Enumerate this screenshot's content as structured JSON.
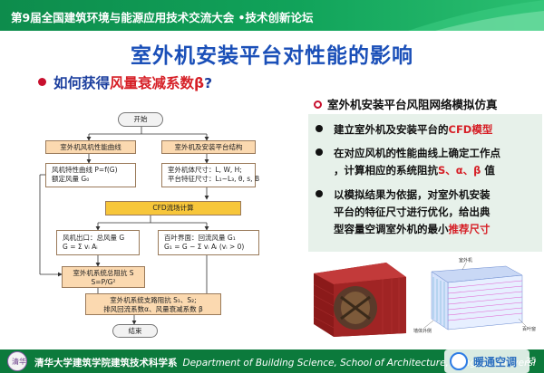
{
  "header": {
    "conference_title": "第9届全国建筑环境与能源应用技术交流大会 •技术创新论坛"
  },
  "slide": {
    "title": "室外机安装平台对性能的影响",
    "question_prefix": "如何获得",
    "question_highlight": "风量衰减系数β",
    "question_suffix": "?"
  },
  "flowchart": {
    "start": "开始",
    "left_box1": "室外机风机性能曲线",
    "right_box1": "室外机及安装平台结构",
    "left_box2": [
      "风机特性曲线 P=f(G)",
      "额定风量 G₀"
    ],
    "right_box2": [
      "室外机体尺寸：L, W, H;",
      "平台特征尺寸：L₁~L₃, θ, s, B"
    ],
    "cfd": "CFD流场计算",
    "left_box3": [
      "风机出口：总风量 G",
      "G = Σ vᵢ Aᵢ"
    ],
    "right_box3": [
      "百叶界面：回流风量 G₁",
      "G₁ = G − Σ vᵢ Aᵢ (vᵢ > 0)"
    ],
    "resistance": [
      "室外机系统总阻抗 S",
      "S=P/G²"
    ],
    "output": [
      "室外机系统支路阻抗 S₁、S₂;",
      "排风回流系数α、风量衰减系数 β"
    ],
    "end": "结束"
  },
  "right_section": {
    "subheading": "室外机安装平台风阻网络模拟仿真",
    "bullets": [
      {
        "lines": [
          {
            "pre": "建立室外机及安装平台的",
            "hl": "CFD模型",
            "post": ""
          }
        ]
      },
      {
        "lines": [
          {
            "pre": "在对应风机的性能曲线上确定工作点",
            "hl": "",
            "post": ""
          },
          {
            "pre": "，计算相应的系统阻抗",
            "hl": "S、α、β",
            "post": " 值"
          }
        ]
      },
      {
        "lines": [
          {
            "pre": "以模拟结果为依据，对室外机安装",
            "hl": "",
            "post": ""
          },
          {
            "pre": "平台的特征尺寸进行优化，给出典",
            "hl": "",
            "post": ""
          },
          {
            "pre": "型容量空调室外机的最小",
            "hl": "推荐尺寸",
            "post": ""
          }
        ]
      }
    ],
    "image2_labels": [
      "室外机",
      "墙体外侧",
      "百叶窗"
    ]
  },
  "footer": {
    "logo_text": "清华",
    "org_cn": "清华大学建筑学院建筑技术科学系",
    "org_en": "Department of Building Science, School of Architecture, Tsinghua Universi",
    "page_number": "35"
  },
  "watermark": {
    "text": "暖通空调"
  },
  "colors": {
    "header_green": "#0d8c4c",
    "title_blue": "#1a4fb8",
    "accent_red": "#d61f26",
    "flow_fill": "#fbd9b0",
    "cfd_fill": "#f7c63a"
  }
}
